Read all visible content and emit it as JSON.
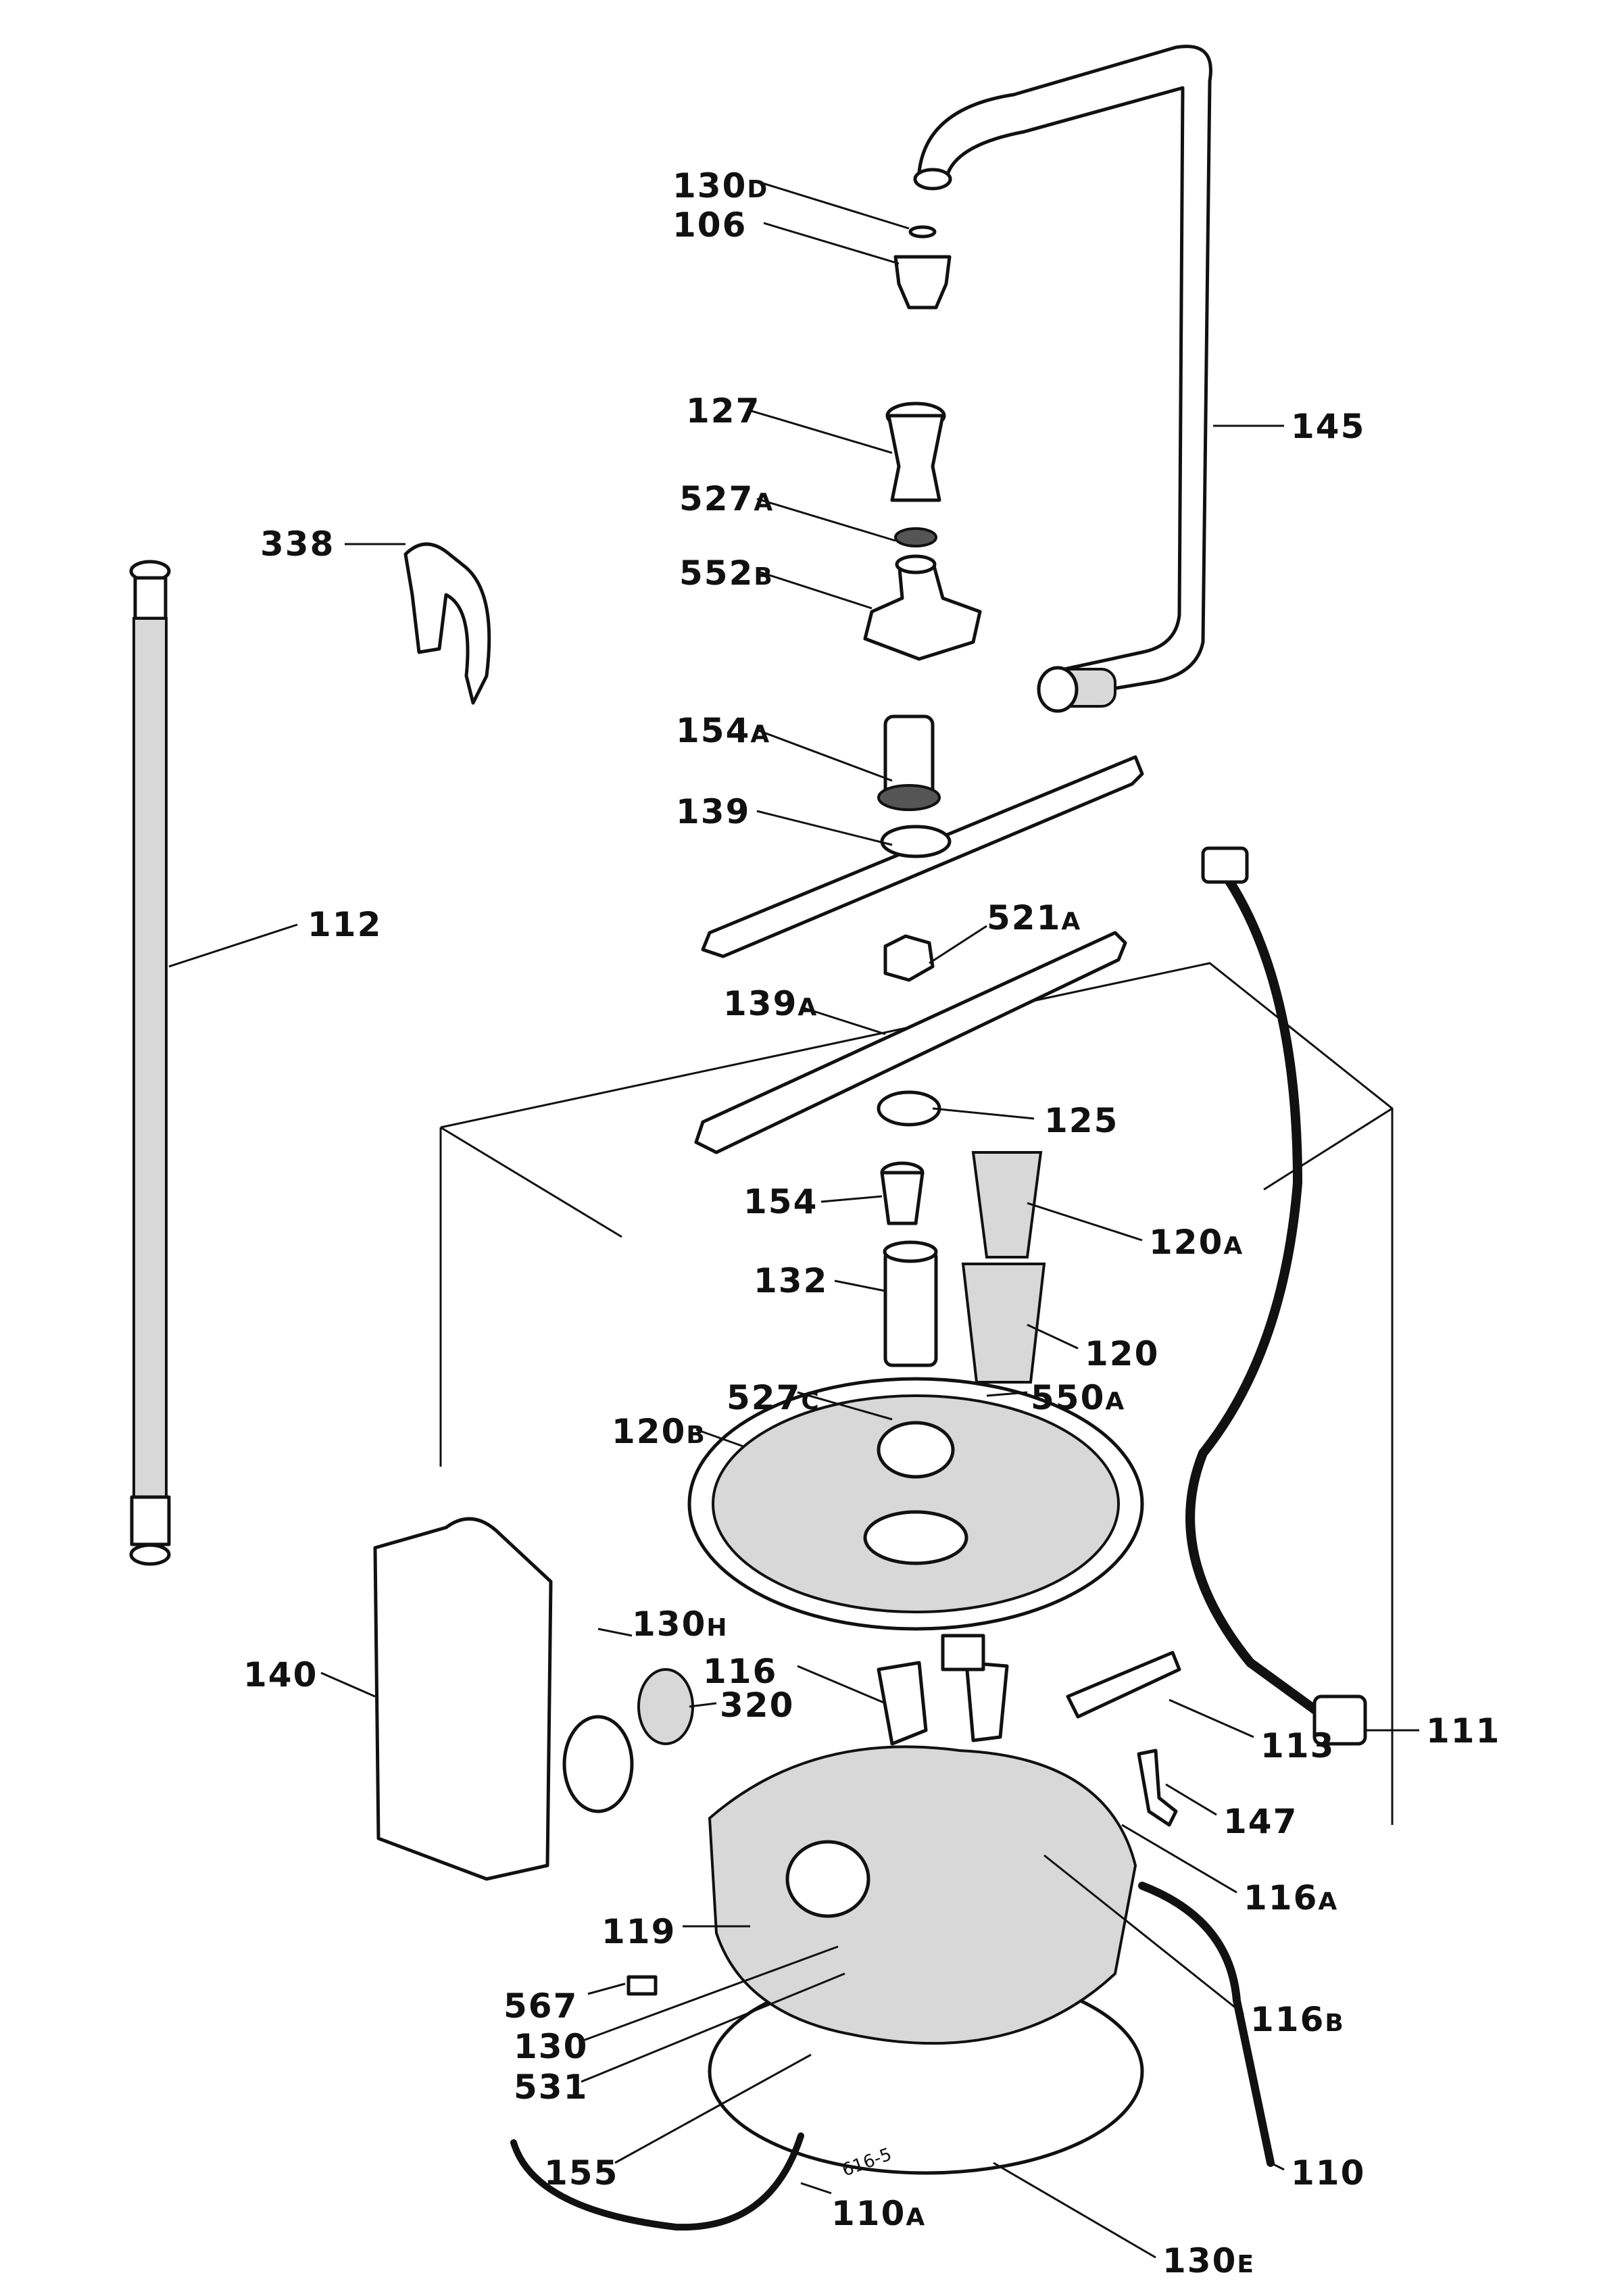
{
  "labels": {
    "l130d": {
      "num": "130",
      "sfx": "D"
    },
    "l106": {
      "num": "106",
      "sfx": ""
    },
    "l127": {
      "num": "127",
      "sfx": ""
    },
    "l145": {
      "num": "145",
      "sfx": ""
    },
    "l527a": {
      "num": "527",
      "sfx": "A"
    },
    "l338": {
      "num": "338",
      "sfx": ""
    },
    "l552b": {
      "num": "552",
      "sfx": "B"
    },
    "l154a": {
      "num": "154",
      "sfx": "A"
    },
    "l139": {
      "num": "139",
      "sfx": ""
    },
    "l112": {
      "num": "112",
      "sfx": ""
    },
    "l521a": {
      "num": "521",
      "sfx": "A"
    },
    "l139a": {
      "num": "139",
      "sfx": "A"
    },
    "l125": {
      "num": "125",
      "sfx": ""
    },
    "l154": {
      "num": "154",
      "sfx": ""
    },
    "l120a": {
      "num": "120",
      "sfx": "A"
    },
    "l132": {
      "num": "132",
      "sfx": ""
    },
    "l120": {
      "num": "120",
      "sfx": ""
    },
    "l527c": {
      "num": "527",
      "sfx": "C"
    },
    "l550a": {
      "num": "550",
      "sfx": "A"
    },
    "l120b": {
      "num": "120",
      "sfx": "B"
    },
    "l140": {
      "num": "140",
      "sfx": ""
    },
    "l130h": {
      "num": "130",
      "sfx": "H"
    },
    "l116": {
      "num": "116",
      "sfx": ""
    },
    "l320": {
      "num": "320",
      "sfx": ""
    },
    "l113": {
      "num": "113",
      "sfx": ""
    },
    "l111": {
      "num": "111",
      "sfx": ""
    },
    "l147": {
      "num": "147",
      "sfx": ""
    },
    "l116a": {
      "num": "116",
      "sfx": "A"
    },
    "l119": {
      "num": "119",
      "sfx": ""
    },
    "l567": {
      "num": "567",
      "sfx": ""
    },
    "l116b": {
      "num": "116",
      "sfx": "B"
    },
    "l130": {
      "num": "130",
      "sfx": ""
    },
    "l531": {
      "num": "531",
      "sfx": ""
    },
    "l155": {
      "num": "155",
      "sfx": ""
    },
    "l110": {
      "num": "110",
      "sfx": ""
    },
    "l110a": {
      "num": "110",
      "sfx": "A"
    },
    "l130e": {
      "num": "130",
      "sfx": "E"
    }
  },
  "drawing_code": "616-5"
}
